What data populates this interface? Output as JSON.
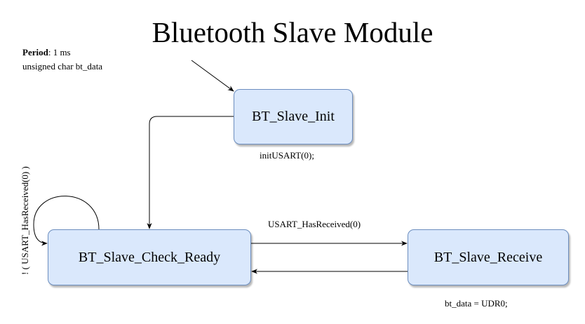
{
  "diagram": {
    "title": "Bluetooth Slave Module",
    "note": {
      "period_label": "Period",
      "period_value": ": 1 ms",
      "variable": "unsigned char bt_data"
    },
    "states": {
      "init": "BT_Slave_Init",
      "check_ready": "BT_Slave_Check_Ready",
      "receive": "BT_Slave_Receive"
    },
    "labels": {
      "init_action": "initUSART(0);",
      "to_receive_condition": "USART_HasReceived(0)",
      "self_loop_condition": "! ( USART_HasReceived(0) )",
      "receive_action": "bt_data = UDR0;"
    },
    "colors": {
      "state_fill": "#dae8fc",
      "state_stroke": "#6c8ebf",
      "edge": "#000000"
    }
  }
}
